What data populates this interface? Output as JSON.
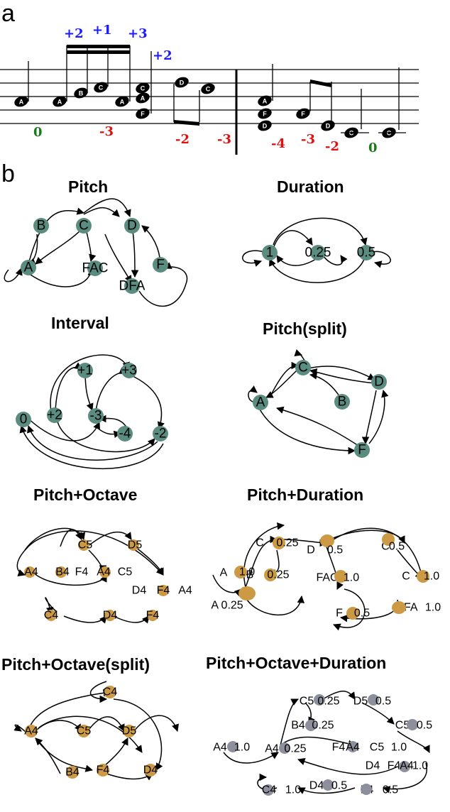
{
  "panels": {
    "a": "a",
    "b": "b"
  },
  "colors": {
    "teal": "#5b8c80",
    "gold": "#cc9a45",
    "gray": "#8d909c",
    "blue": "#1a1aff",
    "red": "#e01010",
    "green": "#1a7a1a"
  },
  "score": {
    "notes": [
      "A",
      "A",
      "B",
      "C",
      "A",
      "C",
      "A",
      "F",
      "D",
      "C",
      "A",
      "F",
      "D",
      "F",
      "D",
      "C",
      "C"
    ],
    "intervals": [
      "+2",
      "+1",
      "+3",
      "+2"
    ],
    "intervals_low": [
      "0",
      "-3",
      "-2",
      "-3",
      "-4",
      "-3",
      "-2",
      "0"
    ]
  },
  "graphs": {
    "pitch": {
      "title": "Pitch",
      "nodes": [
        "B",
        "C",
        "D",
        "A",
        "FAC",
        "F",
        "DFA"
      ]
    },
    "duration": {
      "title": "Duration",
      "nodes": [
        "1",
        "0.25",
        "0.5"
      ]
    },
    "interval": {
      "title": "Interval",
      "nodes": [
        "+1",
        "+3",
        "0",
        "+2",
        "-3",
        "-4",
        "-2"
      ]
    },
    "pitch_split": {
      "title": "Pitch(split)",
      "nodes": [
        "C",
        "D",
        "A",
        "B",
        "F"
      ]
    },
    "pitch_octave": {
      "title": "Pitch+Octave",
      "nodes": [
        "C5",
        "D5",
        "A4",
        "B4",
        "F4",
        "A4",
        "C5",
        "D4",
        "F4",
        "A4",
        "C4",
        "D4",
        "F4"
      ]
    },
    "pitch_duration": {
      "title": "Pitch+Duration",
      "nodes": [
        "C",
        "0.25",
        "D",
        "0.5",
        "C",
        "0.5",
        "A",
        "1.0",
        "B",
        "0.25",
        "FAC",
        "1.0",
        "C",
        "1.0",
        "A 0.25",
        "F",
        "0.5",
        "DFA",
        "1.0"
      ]
    },
    "pitch_octave_split": {
      "title": "Pitch+Octave(split)",
      "nodes": [
        "C4",
        "A4",
        "C5",
        "D5",
        "B4",
        "F4",
        "D4"
      ]
    },
    "pitch_octave_duration": {
      "title": "Pitch+Octave+Duration",
      "nodes": [
        "C5",
        "0.25",
        "D5",
        "0.5",
        "B4",
        "0.25",
        "C5",
        "0.5",
        "A4",
        "1.0",
        "A4",
        "0.25",
        "F4",
        "A4",
        "C5",
        "1.0",
        "D4",
        "F4",
        "A4",
        "1.0",
        "C4",
        "1.0",
        "D4",
        "0.5",
        "F4",
        "0.5"
      ]
    }
  }
}
